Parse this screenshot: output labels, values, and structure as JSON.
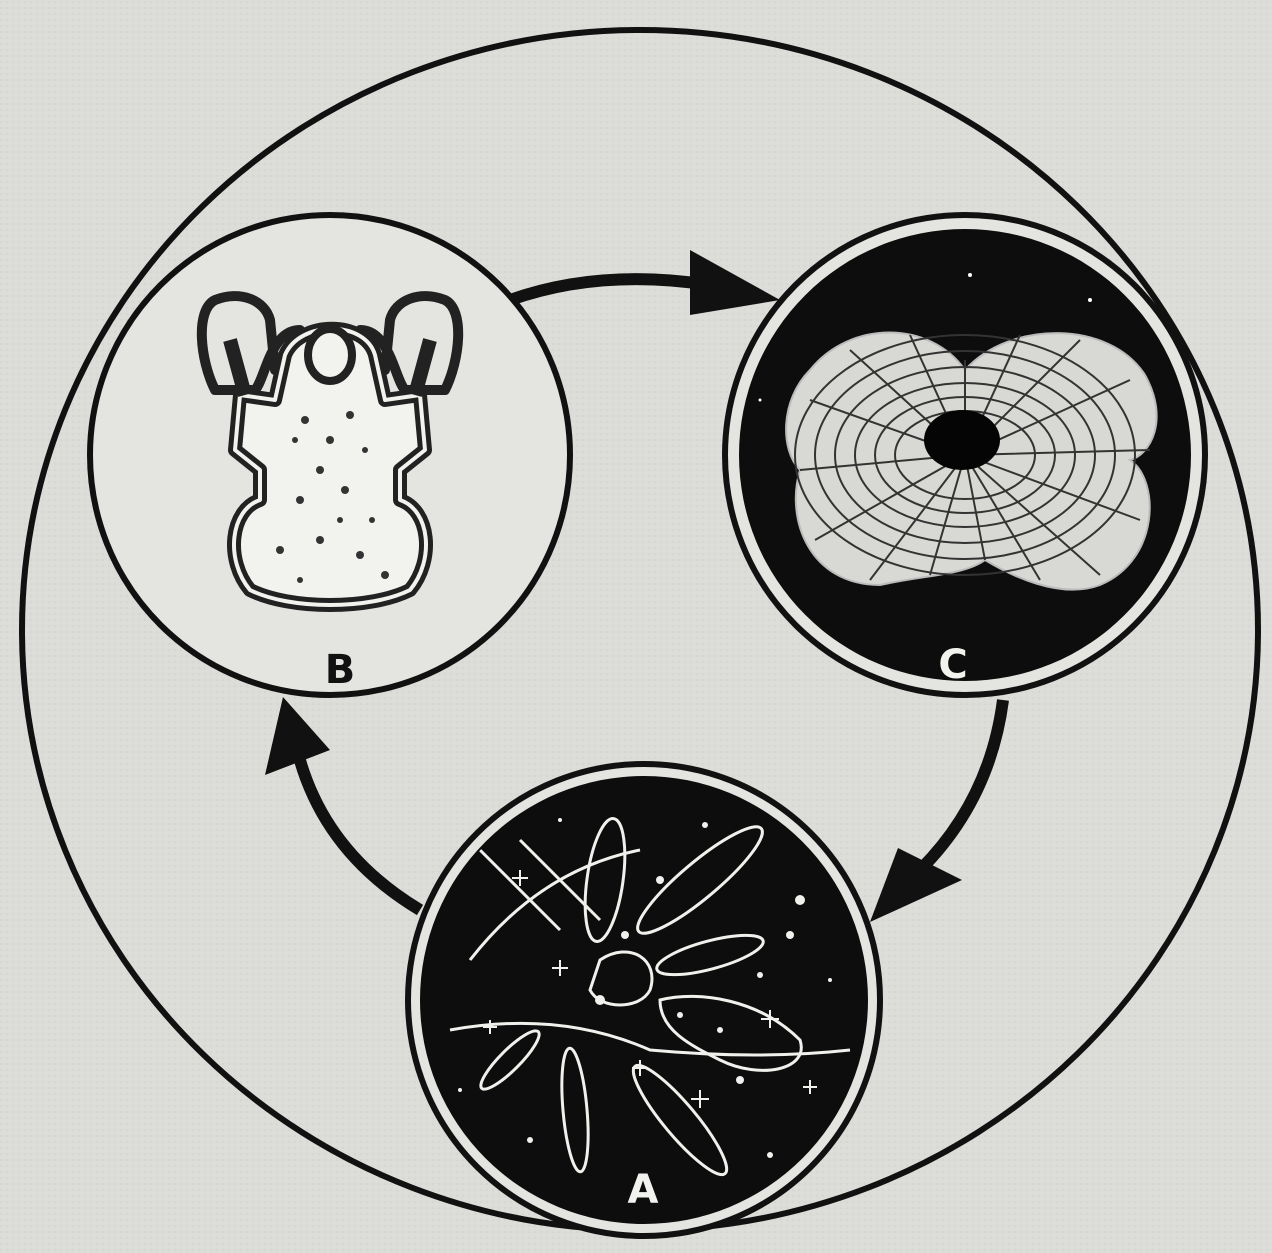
{
  "labels": {
    "a": "A",
    "b": "B",
    "c": "C"
  },
  "colors": {
    "paper": "#dcdcd8",
    "ink": "#111111",
    "stroke_light": "#efefec"
  }
}
